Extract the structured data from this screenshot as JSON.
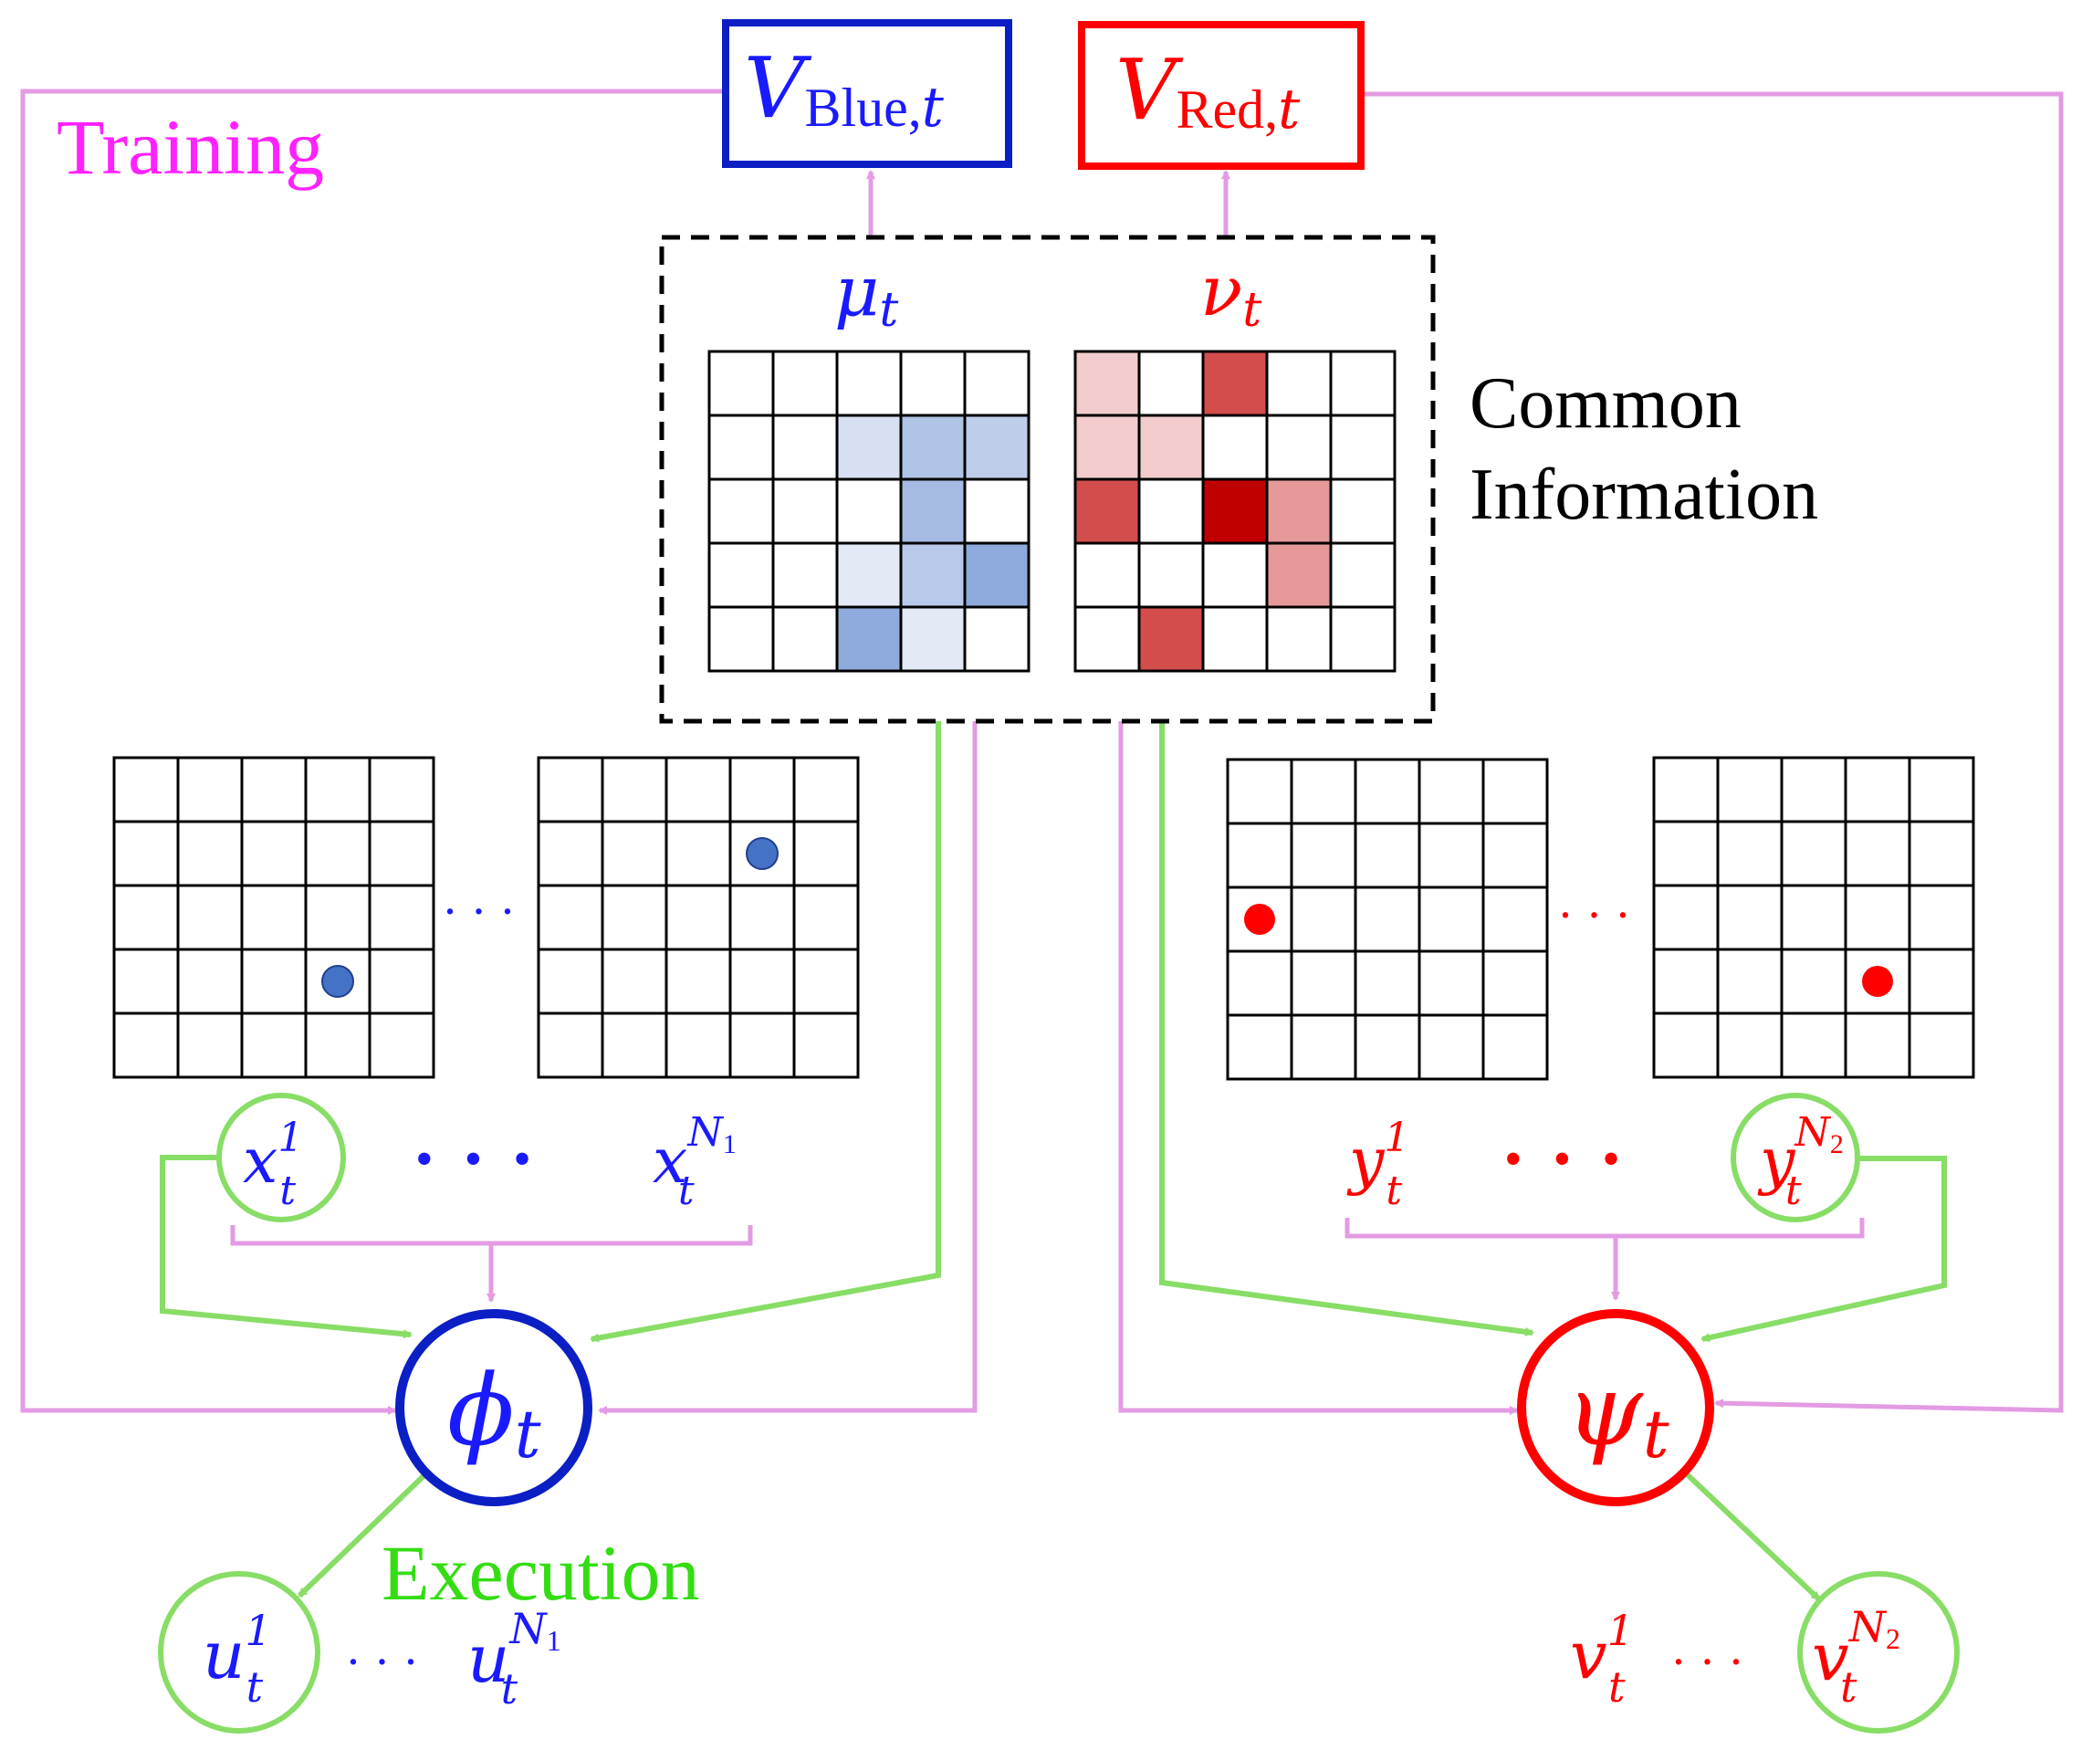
{
  "colors": {
    "blue": "#0b1fc4",
    "blue_text": "#1a1aff",
    "red": "#ff0000",
    "training": "#e39be3",
    "training_text": "#ff22ff",
    "execution": "#88dd66",
    "execution_text": "#33dd11",
    "black": "#000000",
    "blue_dot": "#4472c4",
    "red_dot": "#ff0000"
  },
  "labels": {
    "training": "Training",
    "execution": "Execution",
    "common_info_line1": "Common",
    "common_info_line2": "Information"
  },
  "value_boxes": {
    "blue": {
      "main": "V",
      "sub": "Blue,",
      "sub_italic": "t"
    },
    "red": {
      "main": "V",
      "sub": "Red,",
      "sub_italic": "t"
    }
  },
  "mean_fields": {
    "blue": {
      "symbol": "μ",
      "sub": "t"
    },
    "red": {
      "symbol": "ν",
      "sub": "t"
    }
  },
  "policies": {
    "blue": {
      "symbol": "ϕ",
      "sub": "t"
    },
    "red": {
      "symbol": "ψ",
      "sub": "t"
    }
  },
  "states": {
    "blue_first": {
      "base": "x",
      "sup": "1",
      "sub": "t"
    },
    "blue_last": {
      "base": "x",
      "sup": "N",
      "sup_sub": "1",
      "sub": "t"
    },
    "red_first": {
      "base": "y",
      "sup": "1",
      "sub": "t"
    },
    "red_last": {
      "base": "y",
      "sup": "N",
      "sup_sub": "2",
      "sub": "t"
    }
  },
  "actions": {
    "blue_first": {
      "base": "u",
      "sup": "1",
      "sub": "t"
    },
    "blue_last": {
      "base": "u",
      "sup": "N",
      "sup_sub": "1",
      "sub": "t"
    },
    "red_first": {
      "base": "v",
      "sup": "1",
      "sub": "t"
    },
    "red_last": {
      "base": "v",
      "sup": "N",
      "sup_sub": "2",
      "sub": "t"
    }
  },
  "ellipsis": {
    "small": "· · ·",
    "big": "• • •"
  },
  "grids": {
    "mu_shading": [
      [
        0,
        0,
        0,
        0,
        0
      ],
      [
        0,
        0,
        0.22,
        0.42,
        0.35
      ],
      [
        0,
        0,
        0,
        0.48,
        0
      ],
      [
        0,
        0,
        0.15,
        0.38,
        0.6
      ],
      [
        0,
        0,
        0.6,
        0.15,
        0
      ]
    ],
    "nu_shading": [
      [
        0.2,
        0,
        0.7,
        0,
        0
      ],
      [
        0.2,
        0.2,
        0,
        0,
        0
      ],
      [
        0.7,
        0,
        1.0,
        0.4,
        0
      ],
      [
        0,
        0,
        0,
        0.4,
        0
      ],
      [
        0,
        0.7,
        0,
        0,
        0
      ]
    ],
    "blue_agent_1_dot": {
      "row": 3,
      "col": 3
    },
    "blue_agent_N_dot": {
      "row": 1,
      "col": 3
    },
    "red_agent_1_dot": {
      "row": 2,
      "col": 0
    },
    "red_agent_N_dot": {
      "row": 3,
      "col": 3
    }
  }
}
